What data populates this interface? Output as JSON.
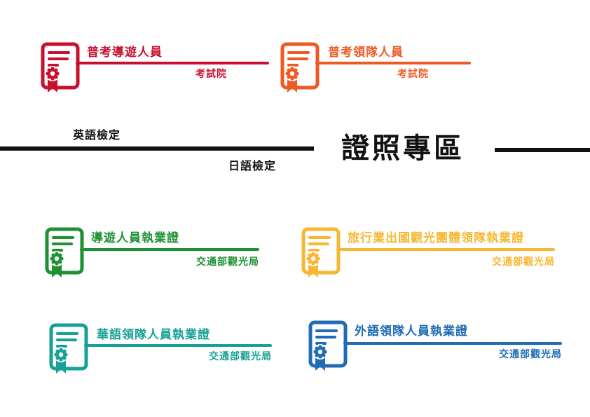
{
  "banner": {
    "title": "證照專區",
    "left_top_label": "英語檢定",
    "left_bottom_label": "日語檢定"
  },
  "certificates": [
    {
      "title": "普考導遊人員",
      "issuer": "考試院",
      "color": "#c8102e"
    },
    {
      "title": "普考領隊人員",
      "issuer": "考試院",
      "color": "#ee5a24"
    },
    {
      "title": "導遊人員執業證",
      "issuer": "交通部觀光局",
      "color": "#1e9132"
    },
    {
      "title": "旅行業出國觀光團體領隊執業證",
      "issuer": "交通部觀光局",
      "color": "#f7b733"
    },
    {
      "title": "華語領隊人員執業證",
      "issuer": "交通部觀光局",
      "color": "#17a097"
    },
    {
      "title": "外語領隊人員執業證",
      "issuer": "交通部觀光局",
      "color": "#1f6bb5"
    }
  ],
  "icons": {
    "certificate": "certificate-ribbon-icon"
  }
}
